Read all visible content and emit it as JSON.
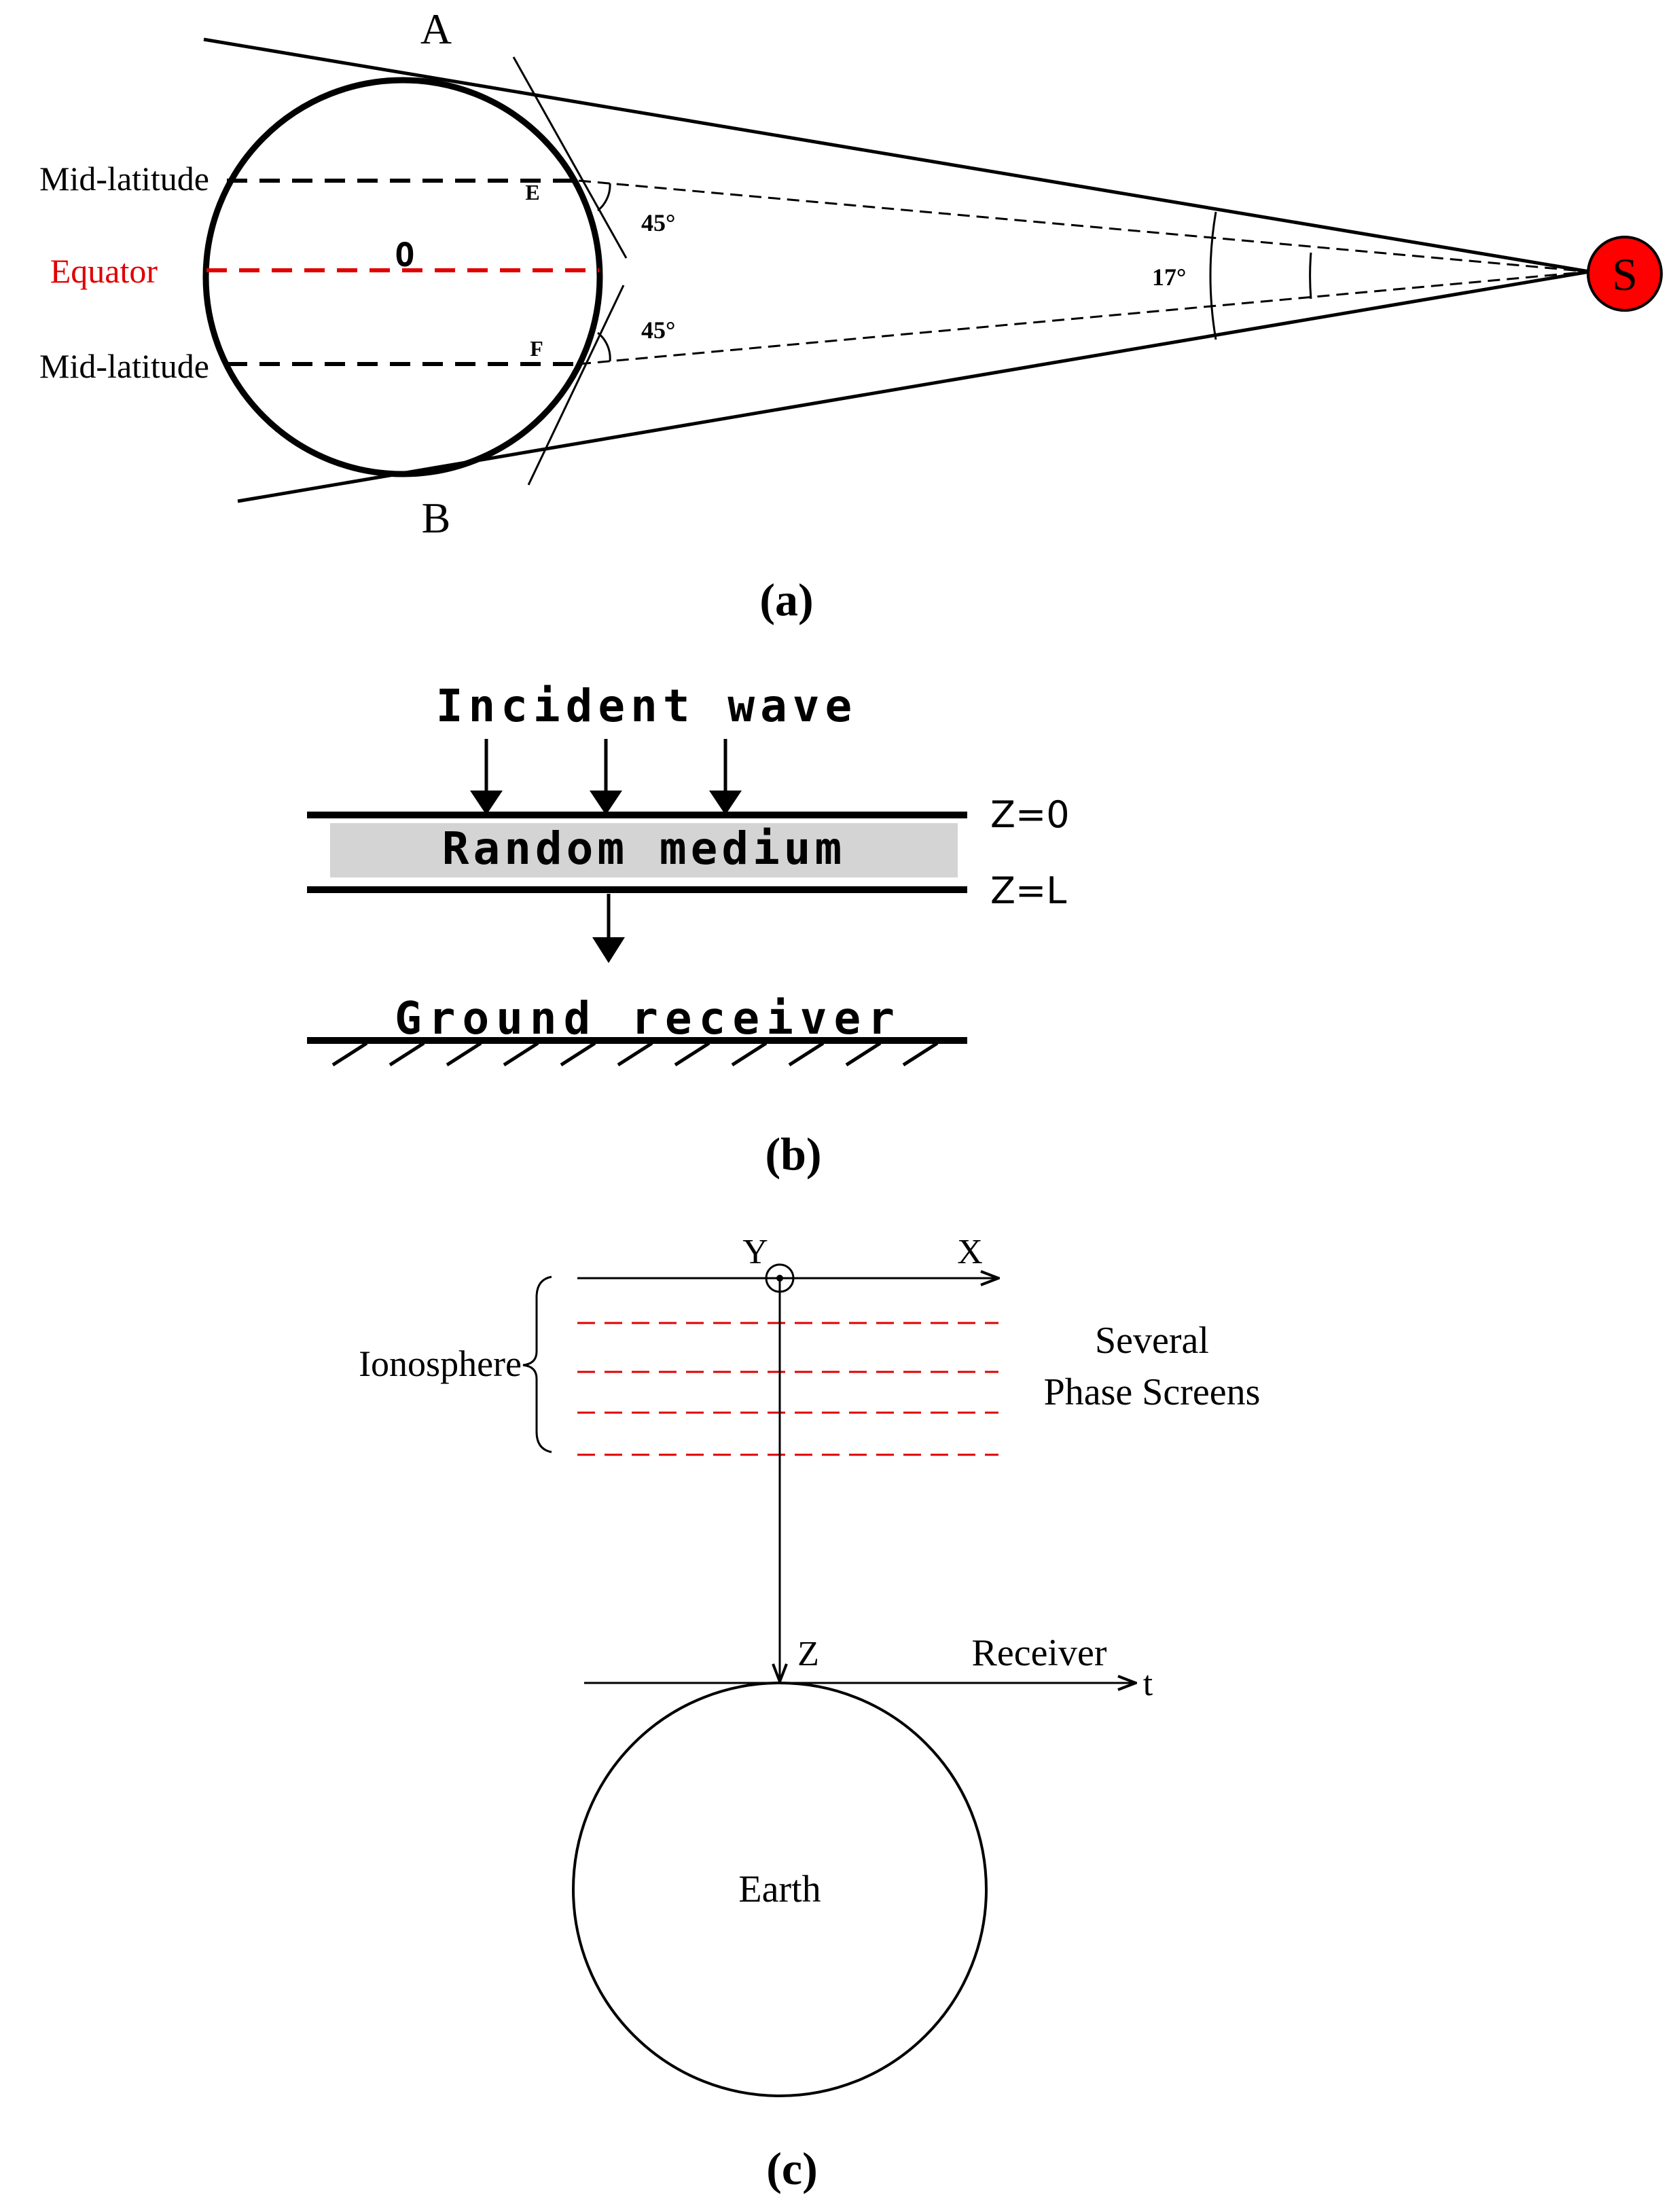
{
  "panel_a": {
    "label": "(a)",
    "point_a": "A",
    "point_b": "B",
    "center": "O",
    "point_e": "E",
    "point_f": "F",
    "mid_latitude_top": "Mid-latitude",
    "equator": "Equator",
    "mid_latitude_bottom": "Mid-latitude",
    "angle_top": "45°",
    "angle_bottom": "45°",
    "angle_sun": "17°",
    "sun": "S",
    "colors": {
      "equator": "#e00000",
      "sun": "#ff0000"
    }
  },
  "panel_b": {
    "label": "(b)",
    "incident_wave": "Incident wave",
    "random_medium": "Random medium",
    "z_top": "Z=0",
    "z_bottom": "Z=L",
    "ground_receiver": "Ground receiver",
    "colors": {
      "medium_fill": "#d4d4d4"
    }
  },
  "panel_c": {
    "label": "(c)",
    "axis_y": "Y",
    "axis_x": "X",
    "ionosphere": "Ionosphere",
    "screens_line1": "Several",
    "screens_line2": "Phase Screens",
    "axis_z": "Z",
    "receiver": "Receiver",
    "axis_t": "t",
    "earth": "Earth",
    "colors": {
      "phase_screen": "#e00000"
    }
  }
}
